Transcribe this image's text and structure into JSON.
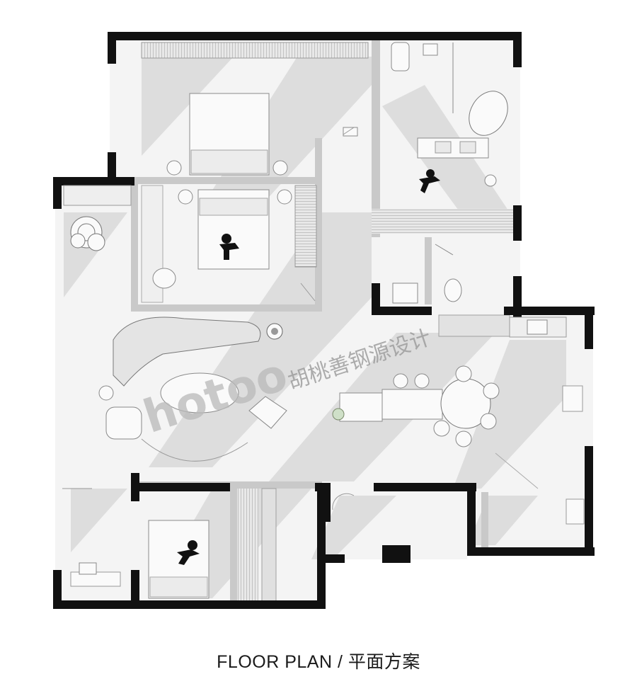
{
  "caption": "FLOOR PLAN / 平面方案",
  "watermark": {
    "logo": "hotoo",
    "text": "胡桃善钢源设计"
  },
  "colors": {
    "wall": "#111111",
    "floor": "#f4f4f4",
    "shadow": "#d2d2d2",
    "furniture": "#fafafa",
    "stroke": "#8a8a8a",
    "watermark": "#9a9a9a"
  },
  "icons": [
    "person-icon",
    "plant-icon",
    "toilet-icon",
    "bathtub-icon",
    "bed-icon",
    "sofa-icon",
    "dining-table-icon"
  ]
}
